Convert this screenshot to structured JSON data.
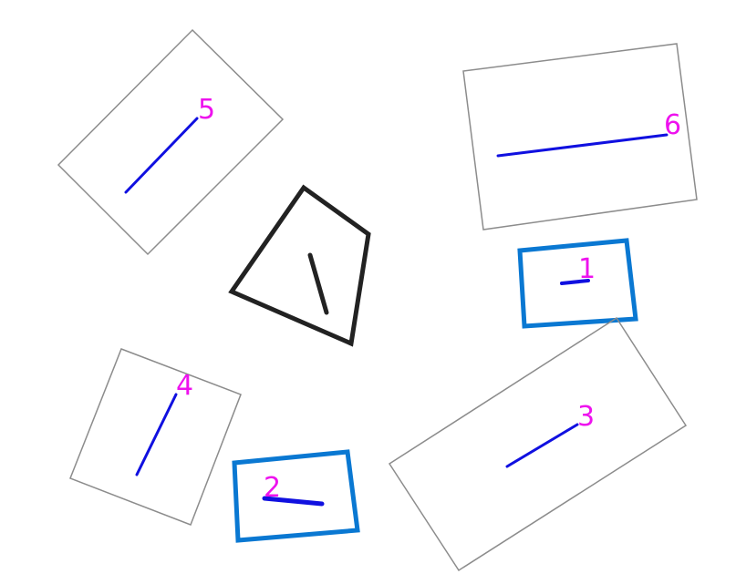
{
  "colors": {
    "background": "#ffffff",
    "thin_box": "#8c8c8c",
    "highlight_box": "#0a78d2",
    "central_shape": "#222222",
    "segment": "#1010e0",
    "label": "#ee12ee"
  },
  "labels": {
    "l1": "1",
    "l2": "2",
    "l3": "3",
    "l4": "4",
    "l5": "5",
    "l6": "6"
  }
}
